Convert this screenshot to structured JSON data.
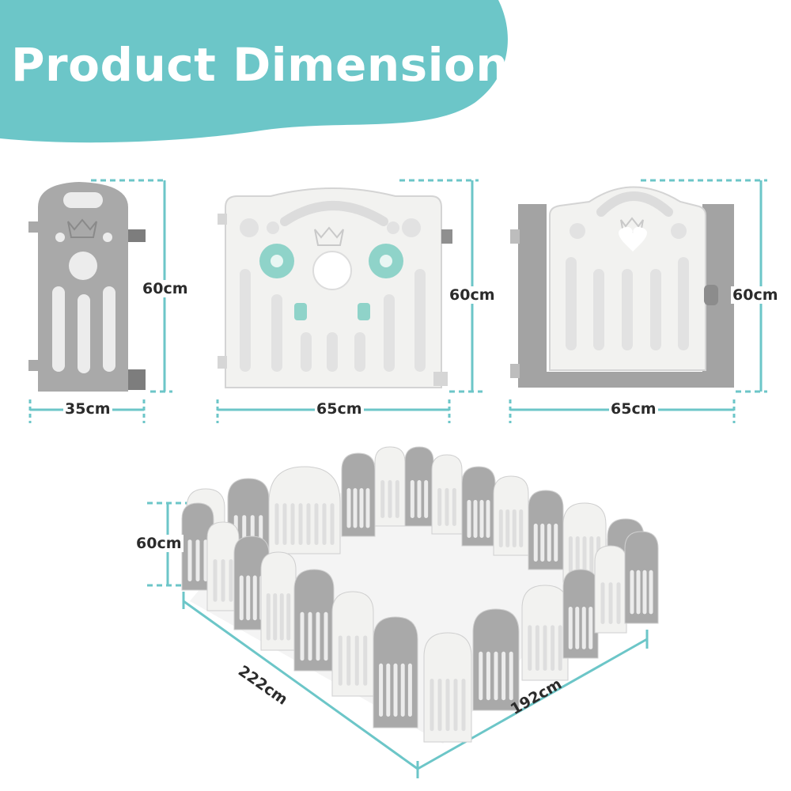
{
  "title": "Product Dimension",
  "colors": {
    "accent": "#6cc6c8",
    "panel_grey": "#a9a9a9",
    "panel_white": "#f2f2f0",
    "teal_toy": "#8fd3c9"
  },
  "panels": [
    {
      "name": "narrow-panel",
      "height_label": "60cm",
      "width_label": "35cm"
    },
    {
      "name": "play-panel",
      "height_label": "60cm",
      "width_label": "65cm"
    },
    {
      "name": "gate-panel",
      "height_label": "60cm",
      "width_label": "65cm"
    }
  ],
  "playpen": {
    "height_label": "60cm",
    "length_label": "222cm",
    "width_label": "192cm"
  }
}
